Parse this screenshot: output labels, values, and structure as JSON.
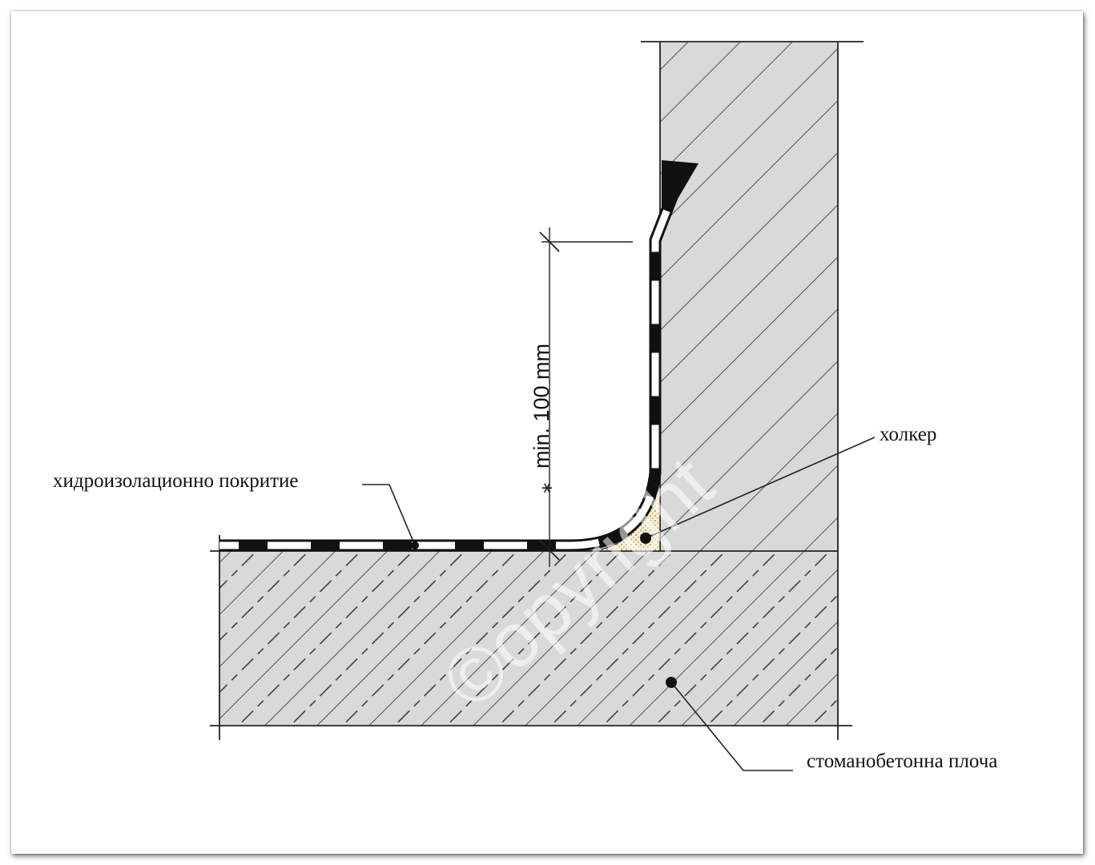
{
  "labels": {
    "coating": "хидроизолационно покритие",
    "cove": "холкер",
    "slab": "стоманобетонна плоча"
  },
  "dimension": {
    "text": "min. 100 mm",
    "marker": "⁎"
  },
  "watermark": {
    "text": "©opyright"
  },
  "colors": {
    "concrete": "#d9d9d9",
    "hatch": "#2a2a2a",
    "membrane": "#111111",
    "cove_fill": "#f3e9c4"
  }
}
